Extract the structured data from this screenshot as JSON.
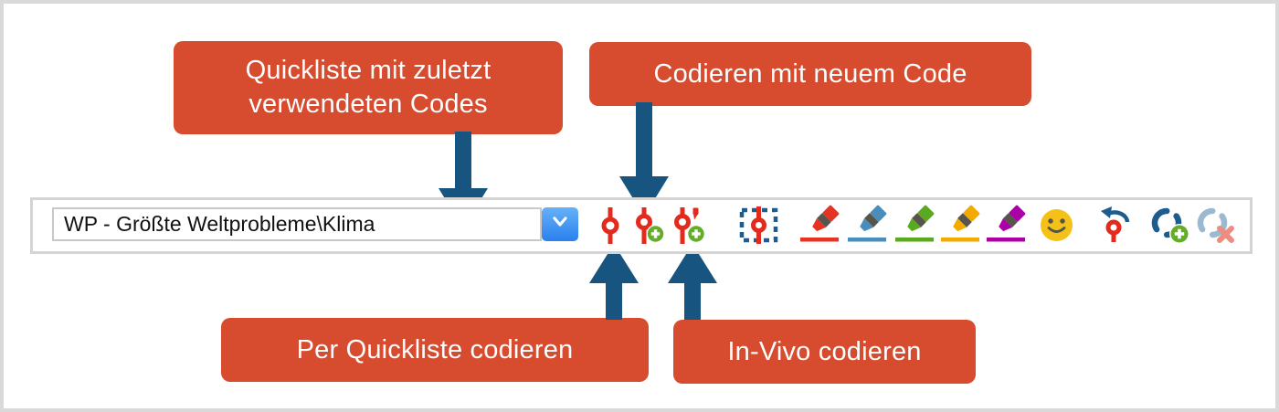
{
  "callouts": {
    "quickliste": {
      "text": "Quickliste mit zuletzt verwendeten Codes"
    },
    "neuer_code": {
      "text": "Codieren mit neuem Code"
    },
    "per_quickliste": {
      "text": "Per Quickliste codieren"
    },
    "invivo": {
      "text": "In-Vivo codieren"
    }
  },
  "toolbar": {
    "quicklist_value": "WP - Größte Weltprobleme\\Klima",
    "dropdown_icon": "chevron-down-icon",
    "icons": [
      {
        "name": "code-symbol-icon"
      },
      {
        "name": "code-with-new-code-icon"
      },
      {
        "name": "code-in-vivo-icon"
      },
      {
        "name": "code-selection-dashed-icon"
      },
      {
        "name": "highlighter-red-icon"
      },
      {
        "name": "highlighter-blue-icon"
      },
      {
        "name": "highlighter-green-icon"
      },
      {
        "name": "highlighter-yellow-icon"
      },
      {
        "name": "highlighter-magenta-icon"
      },
      {
        "name": "emoticode-smiley-icon"
      },
      {
        "name": "code-with-last-code-icon"
      },
      {
        "name": "code-again-icon"
      },
      {
        "name": "undo-coding-icon"
      }
    ]
  },
  "colors": {
    "callout_bg": "#d74b2e",
    "callout_text": "#ffffff",
    "arrow_blue": "#175480",
    "icon_red": "#e32b1d",
    "badge_green": "#65ad28",
    "dashed_blue": "#1d5c8f",
    "highlight_red": "#e43424",
    "highlight_blue": "#4a8cba",
    "highlight_green": "#59aa1f",
    "highlight_yellow": "#f2a900",
    "highlight_magenta": "#ab00a5",
    "marker_band_gray": "#57544c",
    "smiley_yellow": "#f3c117",
    "pale_blue": "#9db9cf",
    "pale_red_x": "#ec8d80",
    "combo_button_blue": "#2a81ee",
    "frame_gray": "#d9d9d9"
  }
}
